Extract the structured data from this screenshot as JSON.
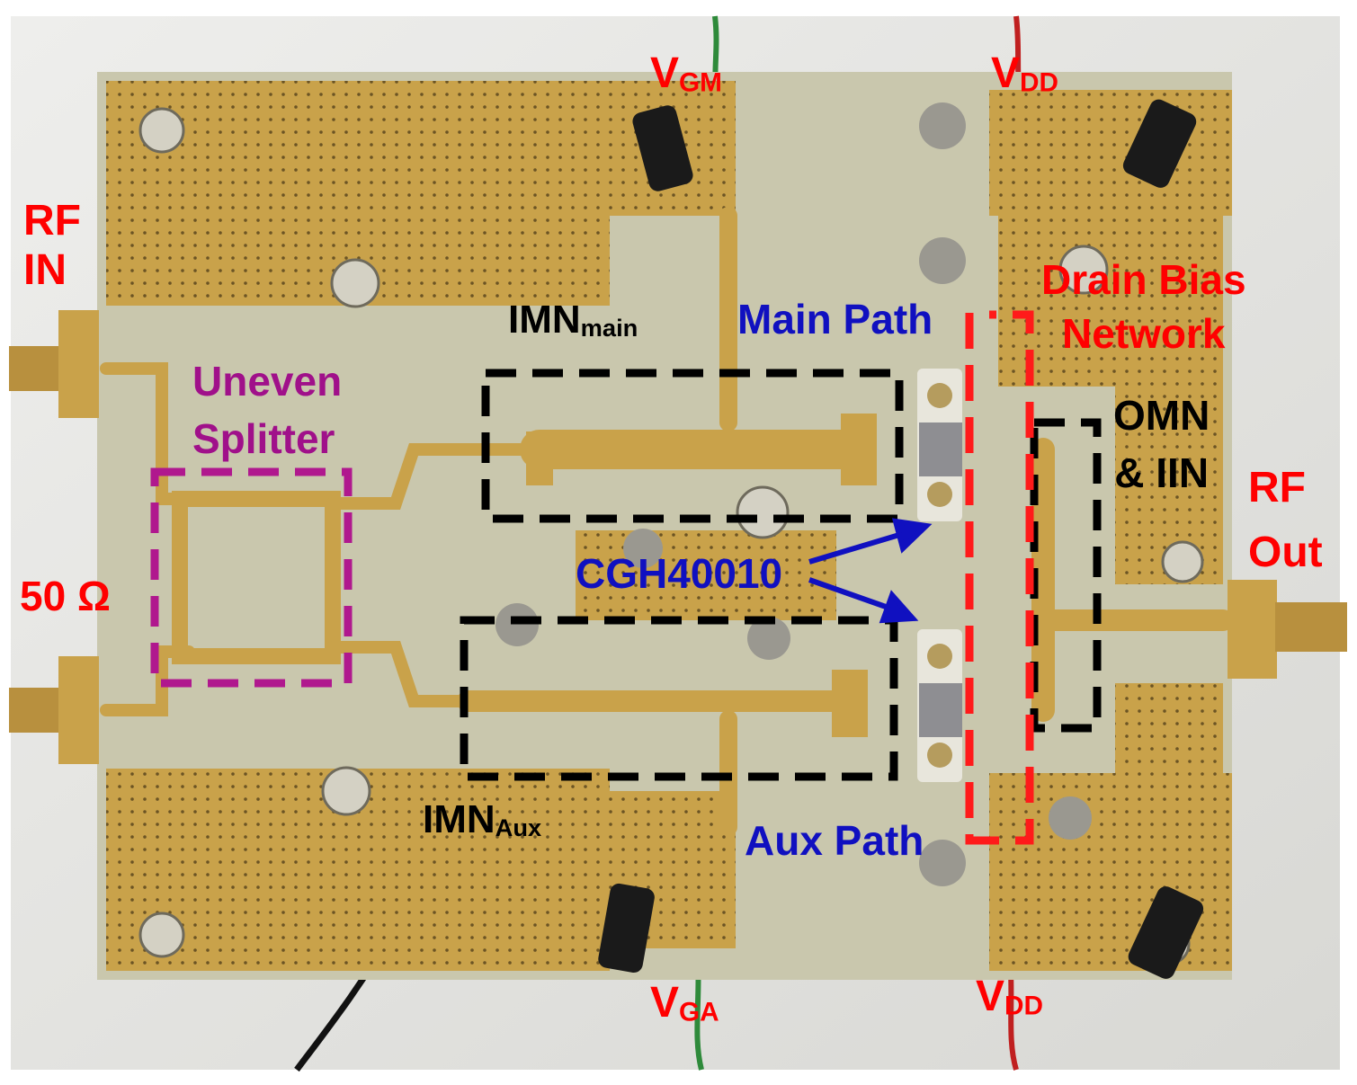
{
  "labels": {
    "rf_in": [
      "RF",
      "IN"
    ],
    "fifty_ohm": "50 Ω",
    "uneven_splitter": [
      "Uneven",
      "Splitter"
    ],
    "imn_main": {
      "base": "IMN",
      "sub": "main"
    },
    "main_path": "Main Path",
    "vgm": {
      "base": "V",
      "sub": "GM"
    },
    "vdd_top": {
      "base": "V",
      "sub": "DD"
    },
    "drain_bias": [
      "Drain Bias",
      "Network"
    ],
    "omn_iin": [
      "OMN",
      "& IIN"
    ],
    "rf_out": [
      "RF",
      "Out"
    ],
    "cgh": "CGH40010",
    "imn_aux": {
      "base": "IMN",
      "sub": "Aux"
    },
    "aux_path": "Aux Path",
    "vga": {
      "base": "V",
      "sub": "GA"
    },
    "vdd_bottom": {
      "base": "V",
      "sub": "DD"
    }
  },
  "colors": {
    "board": "#c9c7ad",
    "gold": "#c9a24a",
    "red_label": "#ff0000",
    "blue_label": "#1010c0",
    "purple_label": "#a0108a",
    "dashed_black": "#000000",
    "dashed_red": "#ff1a1a",
    "dashed_purple": "#b0188e"
  }
}
